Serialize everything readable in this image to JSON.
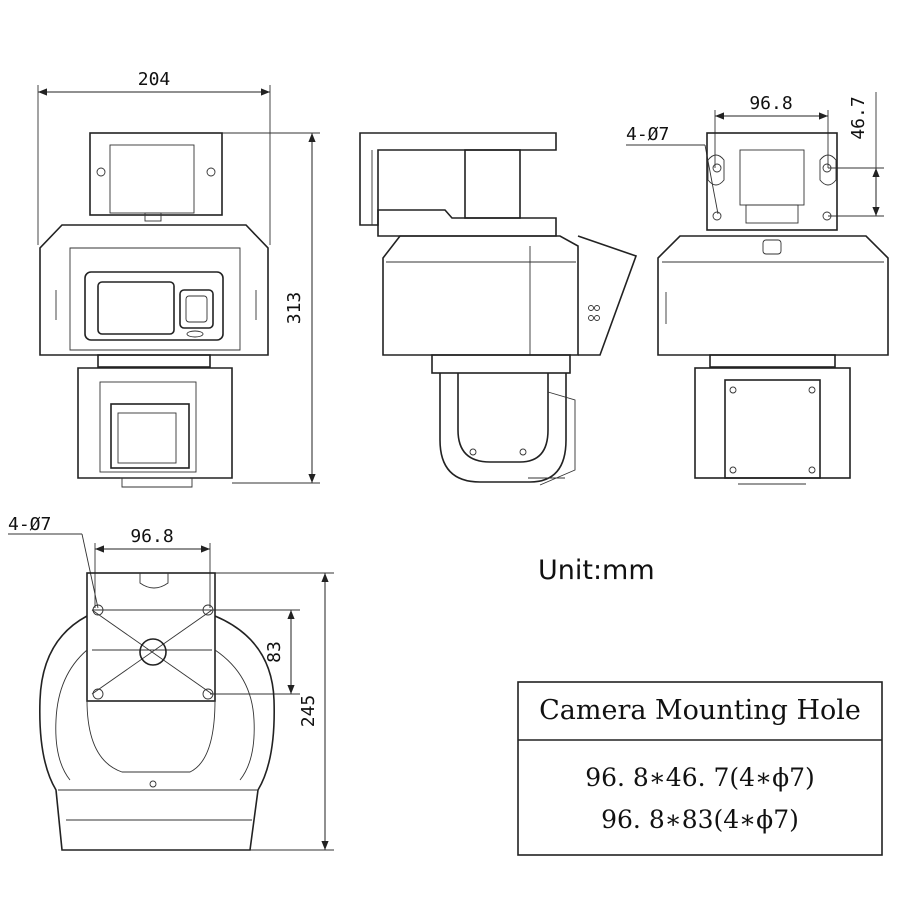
{
  "dimensions": {
    "front_width": "204",
    "front_height": "313",
    "top_hole_spacing": "96.8",
    "top_hole_depth": "46.7",
    "top_hole_label": "4-Ø7",
    "bottom_hole_spacing": "96.8",
    "bottom_hole_label": "4-Ø7",
    "bottom_hole_pitch": "83",
    "bottom_height": "245"
  },
  "unit_label": "Unit:mm",
  "mounting_table": {
    "title": "Camera Mounting Hole",
    "rows": [
      "96. 8∗46. 7(4∗ϕ7)",
      "96. 8∗83(4∗ϕ7)"
    ]
  }
}
